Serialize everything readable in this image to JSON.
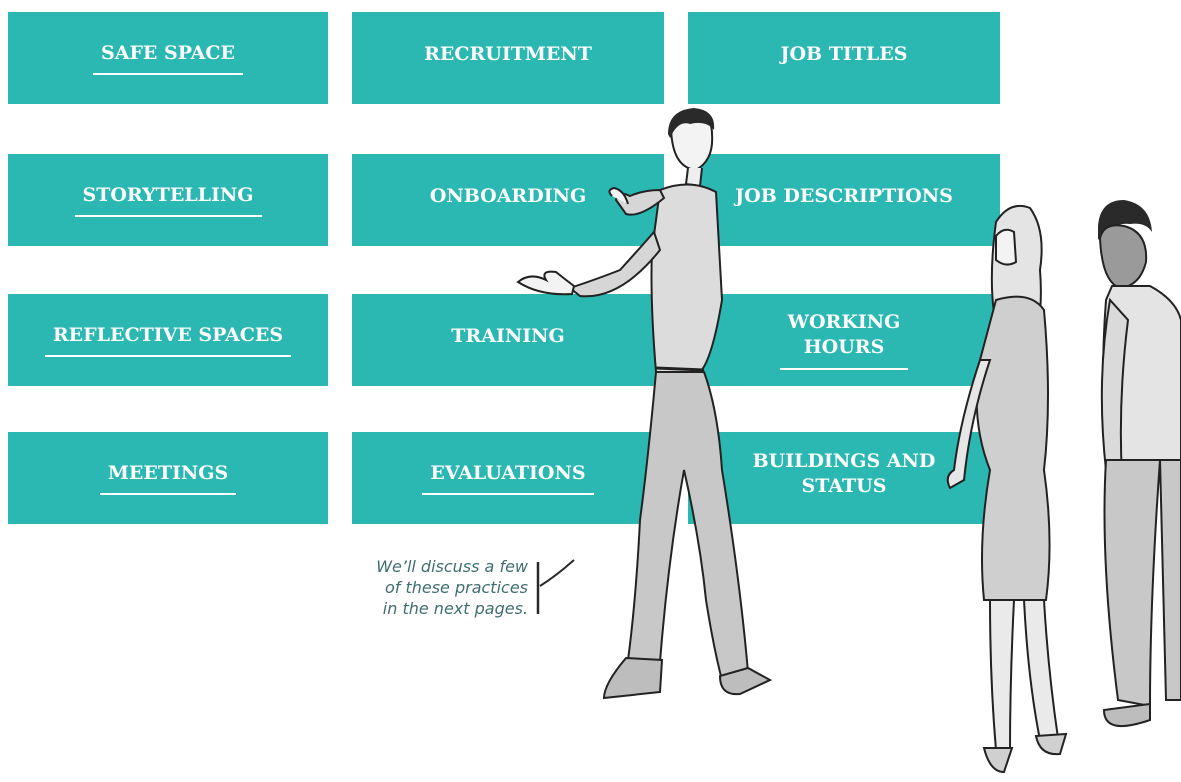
{
  "colors": {
    "tile": "#2bb8b3",
    "tile_text": "#ffffff",
    "note_text": "#3e6e72"
  },
  "tiles": [
    {
      "label": "SAFE SPACE",
      "underlined": true
    },
    {
      "label": "RECRUITMENT",
      "underlined": false
    },
    {
      "label": "JOB TITLES",
      "underlined": false
    },
    {
      "label": "STORYTELLING",
      "underlined": true
    },
    {
      "label": "ONBOARDING",
      "underlined": false
    },
    {
      "label": "JOB DESCRIPTIONS",
      "underlined": false
    },
    {
      "label": "REFLECTIVE SPACES",
      "underlined": true
    },
    {
      "label": "TRAINING",
      "underlined": false
    },
    {
      "label_lines": [
        "WORKING",
        "HOURS"
      ],
      "underlined": true
    },
    {
      "label": "MEETINGS",
      "underlined": true
    },
    {
      "label": "EVALUATIONS",
      "underlined": true
    },
    {
      "label_lines": [
        "BUILDINGS AND",
        "STATUS"
      ],
      "underlined": false
    }
  ],
  "note": {
    "lines": [
      "We’ll discuss a few",
      "of these practices",
      "in the next pages."
    ]
  },
  "illustration": {
    "figures": [
      "man-presenting",
      "woman-looking",
      "man-looking"
    ]
  }
}
